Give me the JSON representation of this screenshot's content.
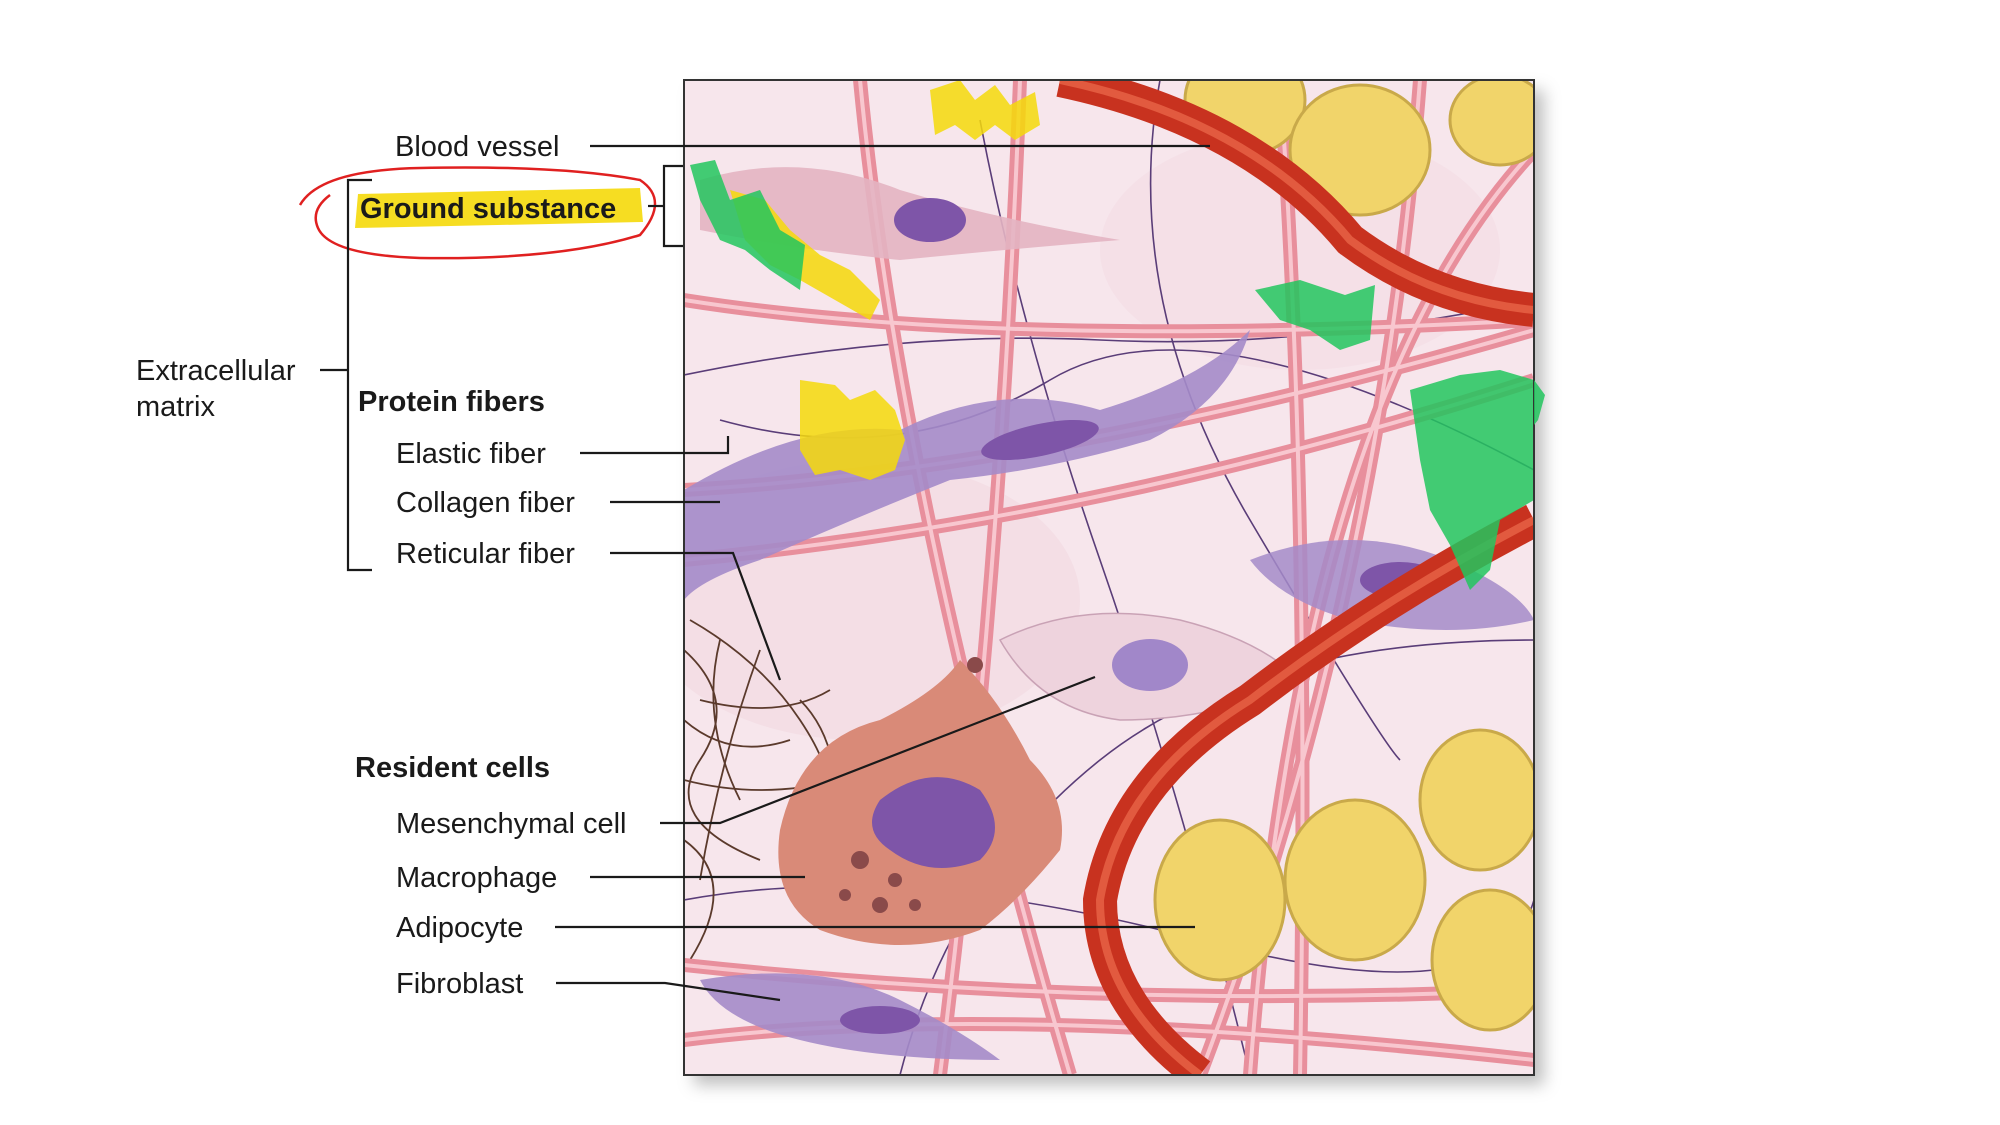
{
  "labels": {
    "blood_vessel": "Blood vessel",
    "ground_substance": "Ground substance",
    "extracellular_matrix_line1": "Extracellular",
    "extracellular_matrix_line2": "matrix",
    "protein_fibers": "Protein fibers",
    "elastic_fiber": "Elastic fiber",
    "collagen_fiber": "Collagen fiber",
    "reticular_fiber": "Reticular fiber",
    "resident_cells": "Resident cells",
    "mesenchymal_cell": "Mesenchymal cell",
    "macrophage": "Macrophage",
    "adipocyte": "Adipocyte",
    "fibroblast": "Fibroblast"
  },
  "colors": {
    "matrix_background": "#f7e6ec",
    "collagen": "#e88f9c",
    "blood_vessel": "#c8321f",
    "adipocyte": "#f1d46a",
    "fibroblast": "#9f86c6",
    "macrophage": "#d98a78",
    "nucleus": "#7e55a8",
    "highlight_yellow": "#f5d90a",
    "highlight_green": "#22c55e",
    "annotation_circle": "#e02020"
  }
}
